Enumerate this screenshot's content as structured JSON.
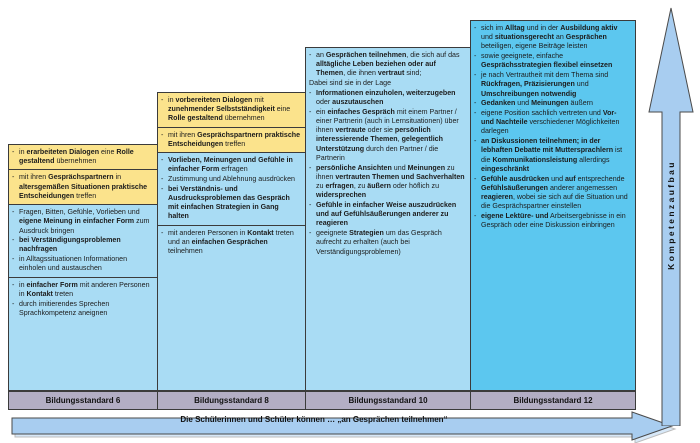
{
  "columns": [
    {
      "standard_label": "Bildungsstandard 6",
      "cells": [
        {
          "tone": "yellow",
          "items": [
            {
              "marker": "dash",
              "html": "in <b>erarbeiteten Dialogen</b> eine <b>Rolle gestaltend</b> übernehmen"
            }
          ]
        },
        {
          "tone": "yellow",
          "items": [
            {
              "marker": "dash",
              "html": "mit ihren <b>Gesprächspartnern</b> in <b>altersgemäßen Situationen praktische Entscheidungen</b> treffen"
            }
          ]
        },
        {
          "tone": "blue",
          "items": [
            {
              "marker": "dash",
              "html": "Fragen, Bitten, Gefühle, Vorlieben und <b>eigene Meinung in einfacher Form</b> zum Ausdruck bringen"
            },
            {
              "marker": "dash",
              "html": "<b>bei Verständigungsproblemen nachfragen</b>"
            },
            {
              "marker": "dash",
              "html": "in Alltagssituationen Informationen einholen und austauschen"
            }
          ]
        },
        {
          "tone": "blue",
          "items": [
            {
              "marker": "dash",
              "html": "in <b>einfacher Form</b> mit anderen Personen in <b>Kontakt</b> treten"
            },
            {
              "marker": "dash",
              "html": "durch imitierendes Sprechen Sprachkompetenz aneignen"
            }
          ]
        }
      ]
    },
    {
      "standard_label": "Bildungsstandard 8",
      "cells": [
        {
          "tone": "yellow",
          "items": [
            {
              "marker": "dash",
              "html": "in <b>vorbereiteten Dialogen</b> mit <b>zunehmender Selbstständigkeit</b> eine <b>Rolle gestaltend</b> übernehmen"
            }
          ]
        },
        {
          "tone": "yellow",
          "items": [
            {
              "marker": "dash",
              "html": "mit ihren <b>Gesprächspartnern praktische Entscheidungen</b> treffen"
            }
          ]
        },
        {
          "tone": "blue",
          "items": [
            {
              "marker": "dash",
              "html": "<b>Vorlieben, Meinungen und Gefühle in einfacher Form</b> erfragen"
            },
            {
              "marker": "dash",
              "html": "Zustimmung und Ablehnung ausdrücken"
            },
            {
              "marker": "dash",
              "html": "<b>bei Verständnis- und Ausdrucksproblemen das Gespräch mit einfachen Strategien in Gang halten</b>"
            }
          ]
        },
        {
          "tone": "blue",
          "items": [
            {
              "marker": "dash",
              "html": "mit anderen Personen in <b>Kontakt</b> treten und an <b>einfachen Gesprächen</b> teilnehmen"
            }
          ]
        }
      ]
    },
    {
      "standard_label": "Bildungsstandard 10",
      "cells": [
        {
          "tone": "blue",
          "items": [
            {
              "marker": "dash",
              "html": "an <b>Gesprächen teilnehmen</b>, die sich auf das <b>alltägliche Leben beziehen oder auf Themen</b>, die ihnen <b>vertraut</b> sind;"
            },
            {
              "marker": "nodash",
              "html": "Dabei sind sie in der Lage"
            },
            {
              "marker": "dash",
              "html": "<b>Informationen einzuholen, weiterzugeben</b> oder <b>auszutauschen</b>"
            },
            {
              "marker": "dash",
              "html": "ein <b>einfaches Gespräch</b> mit einem Partner / einer Partnerin (auch in Lernsituationen) über ihnen <b>vertraute</b> oder sie <b>persönlich interessierende Themen</b>, <b>gelegentlich Unterstützung</b> durch den Partner / die Partnerin"
            },
            {
              "marker": "dash",
              "html": "<b>persönliche Ansichten</b> und <b>Meinungen</b> zu ihnen <b>vertrauten Themen und Sachverhalten</b> zu <b>erfragen</b>, zu <b>äußern</b> oder höflich zu <b>widersprechen</b>"
            },
            {
              "marker": "dash",
              "html": "<b>Gefühle in einfacher Weise auszudrücken und auf Gefühlsäußerungen anderer zu reagieren</b>"
            },
            {
              "marker": "dash",
              "html": "geeignete <b>Strategien</b> um das Gespräch aufrecht zu erhalten (auch bei Verständigungsproblemen)"
            }
          ]
        }
      ]
    },
    {
      "standard_label": "Bildungsstandard 12",
      "cells": [
        {
          "tone": "blue-bright",
          "items": [
            {
              "marker": "dash",
              "html": "sich im <b>Alltag</b> und in der <b>Ausbildung aktiv</b> und <b>situationsgerecht</b> an <b>Gesprächen</b> beteiligen, eigene Beiträge leisten"
            },
            {
              "marker": "dash",
              "html": "sowie geeignete, einfache <b>Gesprächsstrategien flexibel einsetzen</b>"
            },
            {
              "marker": "dash",
              "html": "je nach Vertrautheit mit dem Thema sind <b>Rückfragen, Präzisierungen</b> und <b>Umschreibungen notwendig</b>"
            },
            {
              "marker": "dash",
              "html": "<b>Gedanken</b> und <b>Meinungen</b> äußern"
            },
            {
              "marker": "dash",
              "html": "eigene Position sachlich vertreten und <b>Vor- und Nachteile</b> verschiedener Möglichkeiten darlegen"
            },
            {
              "marker": "dash",
              "html": "<b>an Diskussionen teilnehmen; in der lebhaften Debatte mit Muttersprachlern</b> ist die <b>Kommunikationsleistung</b> allerdings <b>eingeschränkt</b>"
            },
            {
              "marker": "dash",
              "html": "<b>Gefühle ausdrücken</b> und <b>auf</b> entsprechende <b>Gefühlsäußerungen</b> anderer angemessen <b>reagieren</b>, wobei sie sich auf die Situation und die Gesprächspartner einstellen"
            },
            {
              "marker": "dash",
              "html": "<b>eigene Lektüre- und</b> Arbeitsergebnisse in ein Gespräch oder eine Diskussion einbringen"
            }
          ]
        }
      ]
    }
  ],
  "bottom_arrow": {
    "label": "Die Schülerinnen und Schüler können … „an Gesprächen teilnehmen“"
  },
  "vertical_arrow": {
    "label": "Kompetenzaufbau"
  },
  "colors": {
    "yellow": "#fbe38c",
    "blue": "#a9dcf4",
    "blue_bright": "#5cc7ef",
    "standard_row": "#b3aec4",
    "arrow_fill": "#a8cdf0",
    "border": "#3b3b3b"
  }
}
